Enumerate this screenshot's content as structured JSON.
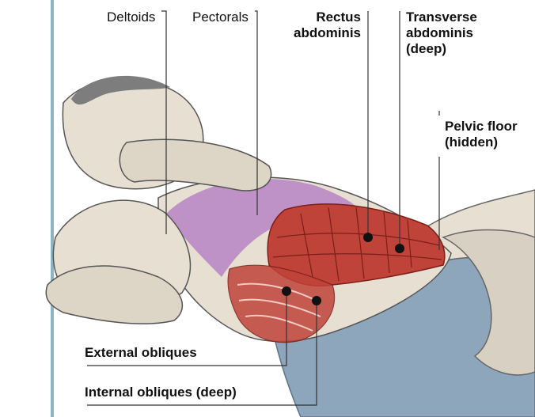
{
  "labels": {
    "deltoids": "Deltoids",
    "pectorals": "Pectorals",
    "rectus_line1": "Rectus",
    "rectus_line2": "abdominis",
    "transverse_line1": "Transverse",
    "transverse_line2": "abdominis",
    "transverse_line3": "(deep)",
    "pelvic_line1": "Pelvic floor",
    "pelvic_line2": "(hidden)",
    "external_obliques": "External obliques",
    "internal_obliques": "Internal obliques (deep)"
  },
  "colors": {
    "frame": "#8fb3c0",
    "muscle_red": "#c0433a",
    "pectoral_purple": "#b98ac4",
    "skin": "#e7e0d2",
    "shorts_blue": "#8ea6bb",
    "leader_line": "#333333"
  }
}
